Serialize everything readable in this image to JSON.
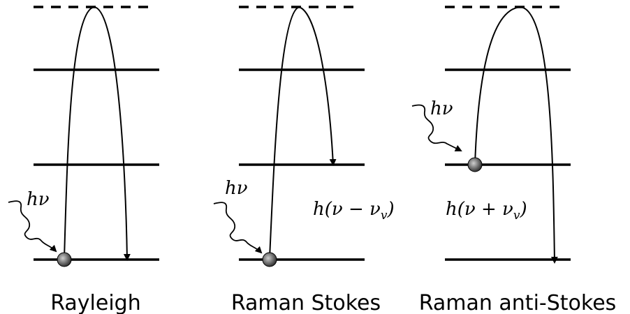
{
  "diagrams": [
    {
      "caption": "Rayleigh",
      "photon_label": "hν",
      "scattered_label": "",
      "scattering": "elastic",
      "start_level": "ground",
      "end_level": "ground"
    },
    {
      "caption": "Raman Stokes",
      "photon_label": "hν",
      "scattered_label": "h(ν − ν",
      "scattered_sub": "v",
      "scattered_close": ")",
      "scattering": "stokes",
      "start_level": "ground",
      "end_level": "second"
    },
    {
      "caption": "Raman anti-Stokes",
      "photon_label": "hν",
      "scattered_label": "h(ν + ν",
      "scattered_sub": "v",
      "scattered_close": ")",
      "scattering": "anti-stokes",
      "start_level": "second",
      "end_level": "ground"
    }
  ],
  "colors": {
    "line": "#000000",
    "electron_light": "#bbbbbb",
    "electron_dark": "#333333"
  },
  "icons": {
    "electron": "electron-icon",
    "photon": "wavy-arrow-icon"
  }
}
